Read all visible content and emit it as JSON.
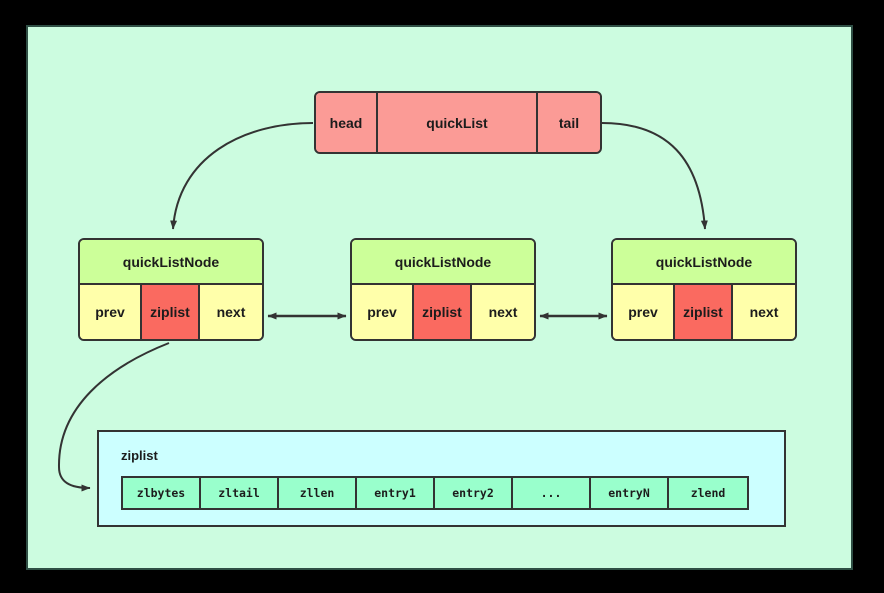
{
  "canvas": {
    "background_color": "#CCFCE0",
    "border_color": "#2F4F45",
    "outer_background": "#000000"
  },
  "quicklist": {
    "head_label": "head",
    "title_label": "quickList",
    "tail_label": "tail",
    "fill_color": "#FB9B96"
  },
  "nodes": [
    {
      "title": "quickListNode",
      "prev_label": "prev",
      "ziplist_label": "ziplist",
      "next_label": "next"
    },
    {
      "title": "quickListNode",
      "prev_label": "prev",
      "ziplist_label": "ziplist",
      "next_label": "next"
    },
    {
      "title": "quickListNode",
      "prev_label": "prev",
      "ziplist_label": "ziplist",
      "next_label": "next"
    }
  ],
  "node_colors": {
    "title_fill": "#CCFF99",
    "field_fill": "#FFFFAA",
    "ziplist_fill": "#FA6A60",
    "stroke": "#333333"
  },
  "ziplist_detail": {
    "label": "ziplist",
    "container_fill": "#CCFFFF",
    "cell_fill": "#99FFCC",
    "cells": [
      "zlbytes",
      "zltail",
      "zllen",
      "entry1",
      "entry2",
      "...",
      "entryN",
      "zlend"
    ]
  },
  "connectors": {
    "head_to_node1": "curved-arrow",
    "tail_to_node3": "curved-arrow",
    "node1_node2": "double-arrow",
    "node2_node3": "double-arrow",
    "node1_ziplist": "curved-arrow"
  }
}
